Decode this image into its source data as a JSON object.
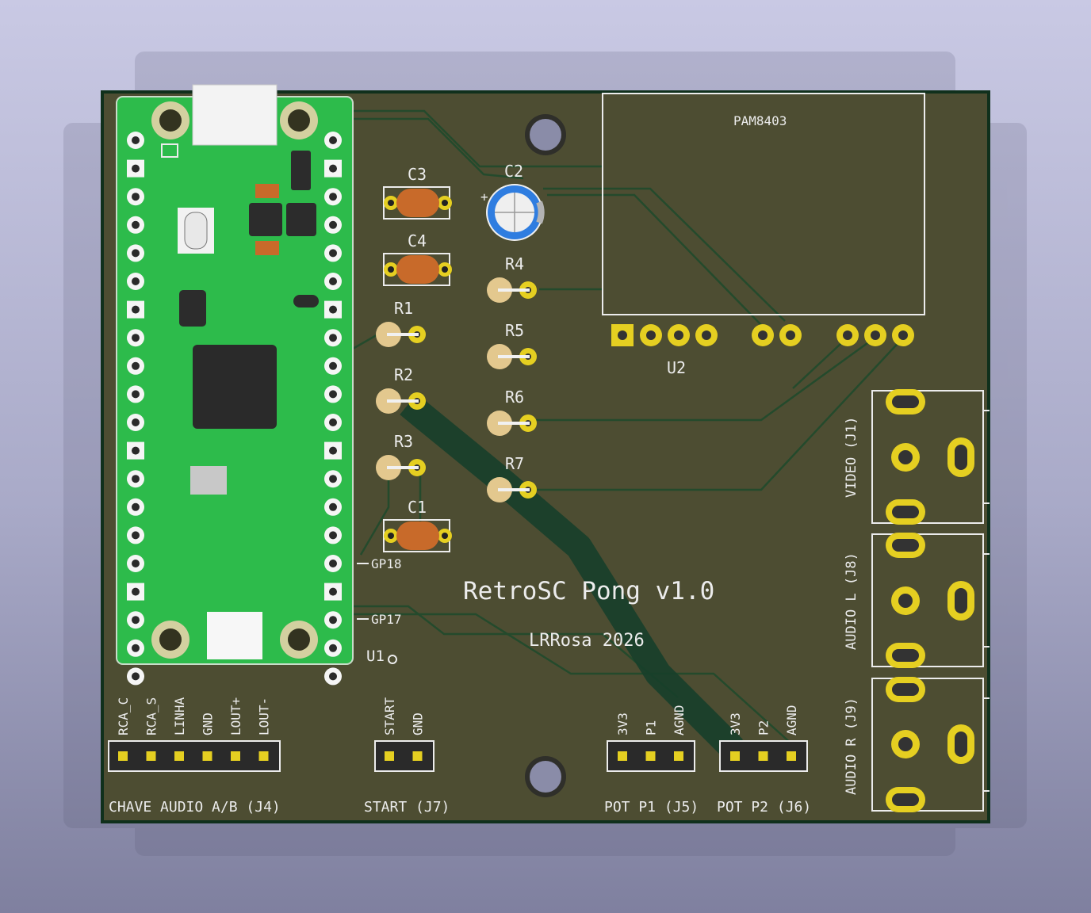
{
  "board": {
    "title": "RetroSC Pong v1.0",
    "author": "LRRosa 2026",
    "colors": {
      "soldermask": "#4d4d32",
      "copper_pad": "#e5cf21",
      "silkscreen": "#ececec",
      "pico_green": "#2dbb4b"
    }
  },
  "pico": {
    "ref": "U1",
    "pin_labels": [
      "GP18",
      "GP17"
    ]
  },
  "components": {
    "caps": [
      "C3",
      "C4",
      "C1"
    ],
    "elcap": "C2",
    "resistors_left": [
      "R1",
      "R2",
      "R3"
    ],
    "resistors_right": [
      "R4",
      "R5",
      "R6",
      "R7"
    ],
    "amp_module": {
      "ref": "U2",
      "label": "PAM8403"
    }
  },
  "jacks": [
    {
      "label": "VIDEO (J1)"
    },
    {
      "label": "AUDIO L (J8)"
    },
    {
      "label": "AUDIO R (J9)"
    }
  ],
  "headers": [
    {
      "title": "CHAVE AUDIO A/B (J4)",
      "pins": [
        "RCA_C",
        "RCA_S",
        "LINHA",
        "GND",
        "LOUT+",
        "LOUT-"
      ]
    },
    {
      "title": "START (J7)",
      "pins": [
        "START",
        "GND"
      ]
    },
    {
      "title": "POT P1 (J5)",
      "pins": [
        "3V3",
        "P1",
        "AGND"
      ]
    },
    {
      "title": "POT P2 (J6)",
      "pins": [
        "3V3",
        "P2",
        "AGND"
      ]
    }
  ]
}
